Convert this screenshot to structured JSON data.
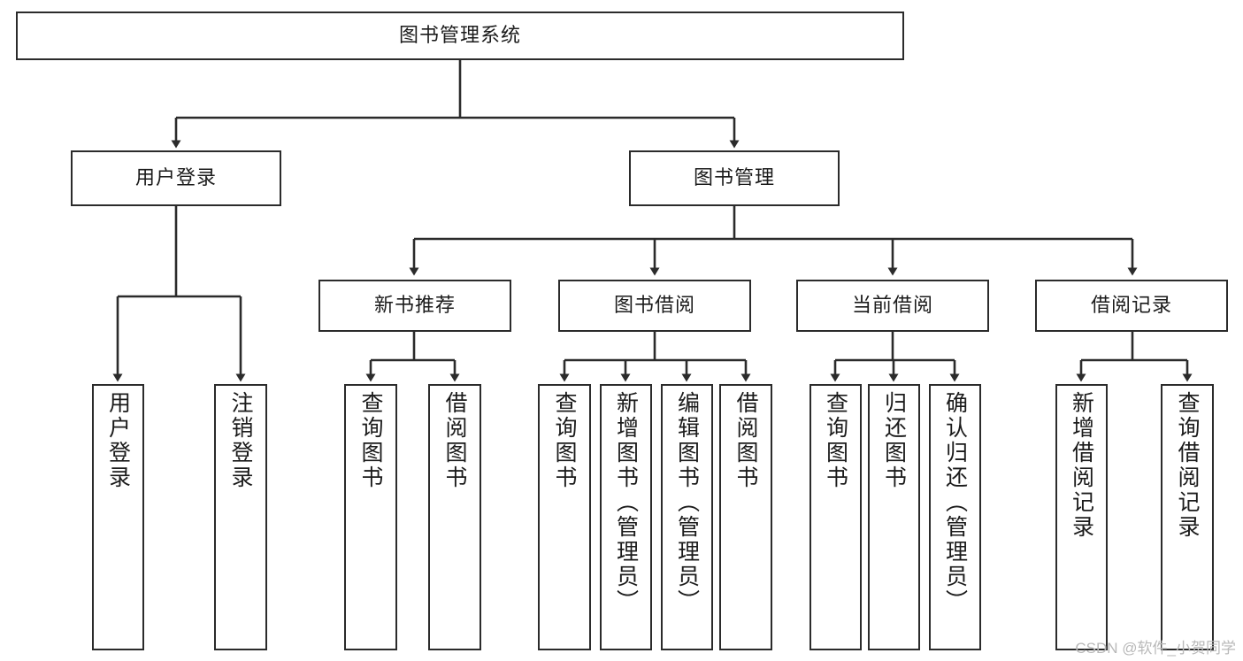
{
  "diagram": {
    "type": "tree",
    "title": "图书管理系统",
    "watermark": "CSDN @软件_小贺同学",
    "colors": {
      "background": "#ffffff",
      "stroke": "#2b2b2b",
      "text": "#1b1b1b",
      "watermark": "#b9b9b9"
    },
    "levels": {
      "root": {
        "label": "图书管理系统"
      },
      "level1": [
        {
          "id": "user-login",
          "label": "用户登录"
        },
        {
          "id": "book-manage",
          "label": "图书管理"
        }
      ],
      "level2": [
        {
          "id": "new-book-rec",
          "label": "新书推荐",
          "parent": "book-manage"
        },
        {
          "id": "book-borrow",
          "label": "图书借阅",
          "parent": "book-manage"
        },
        {
          "id": "current-borrow",
          "label": "当前借阅",
          "parent": "book-manage"
        },
        {
          "id": "borrow-record",
          "label": "借阅记录",
          "parent": "book-manage"
        }
      ],
      "leaves": [
        {
          "id": "leaf-user-login",
          "label": "用户登录",
          "parent": "user-login"
        },
        {
          "id": "leaf-logout",
          "label": "注销登录",
          "parent": "user-login"
        },
        {
          "id": "leaf-query-book-1",
          "label": "查询图书",
          "parent": "new-book-rec"
        },
        {
          "id": "leaf-borrow-book-1",
          "label": "借阅图书",
          "parent": "new-book-rec"
        },
        {
          "id": "leaf-query-book-2",
          "label": "查询图书",
          "parent": "book-borrow"
        },
        {
          "id": "leaf-add-book",
          "label": "新增图书（管理员）",
          "parent": "book-borrow"
        },
        {
          "id": "leaf-edit-book",
          "label": "编辑图书（管理员）",
          "parent": "book-borrow"
        },
        {
          "id": "leaf-borrow-book-2",
          "label": "借阅图书",
          "parent": "book-borrow"
        },
        {
          "id": "leaf-query-book-3",
          "label": "查询图书",
          "parent": "current-borrow"
        },
        {
          "id": "leaf-return-book",
          "label": "归还图书",
          "parent": "current-borrow"
        },
        {
          "id": "leaf-confirm-return",
          "label": "确认归还（管理员）",
          "parent": "current-borrow"
        },
        {
          "id": "leaf-add-record",
          "label": "新增借阅记录",
          "parent": "borrow-record"
        },
        {
          "id": "leaf-query-record",
          "label": "查询借阅记录",
          "parent": "borrow-record"
        }
      ]
    }
  }
}
